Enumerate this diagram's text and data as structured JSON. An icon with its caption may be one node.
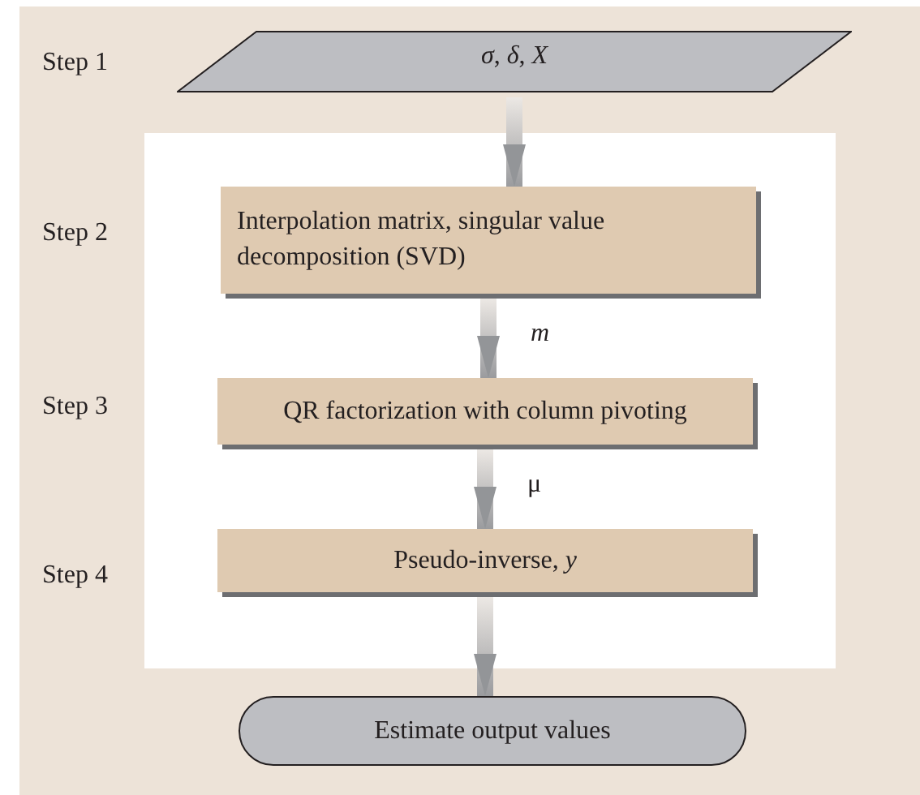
{
  "diagram": {
    "nodes": [
      {
        "text": [
          "*σ*, *δ*, *X*"
        ]
      },
      {
        "text": [
          "Interpolation matrix, singular value decomposition (SVD)"
        ]
      },
      {
        "text": [
          "QR factorization with column pivoting"
        ]
      },
      {
        "text": [
          "Pseudo-inverse, *y*"
        ]
      },
      {
        "text": [
          "Estimate output values"
        ]
      }
    ],
    "edges": [
      {
        "from": 0,
        "to": 1,
        "arrow": "to",
        "style": "thick"
      },
      {
        "from": 1,
        "to": 2,
        "arrow": "to",
        "style": "thick",
        "label": "*m*"
      },
      {
        "from": 2,
        "to": 3,
        "arrow": "to",
        "style": "thick",
        "label": "μ"
      },
      {
        "from": 3,
        "to": 4,
        "arrow": "to",
        "style": "thick"
      }
    ],
    "labels": [
      "Step 1",
      "Step 2",
      "Step 3",
      "Step 4"
    ]
  }
}
